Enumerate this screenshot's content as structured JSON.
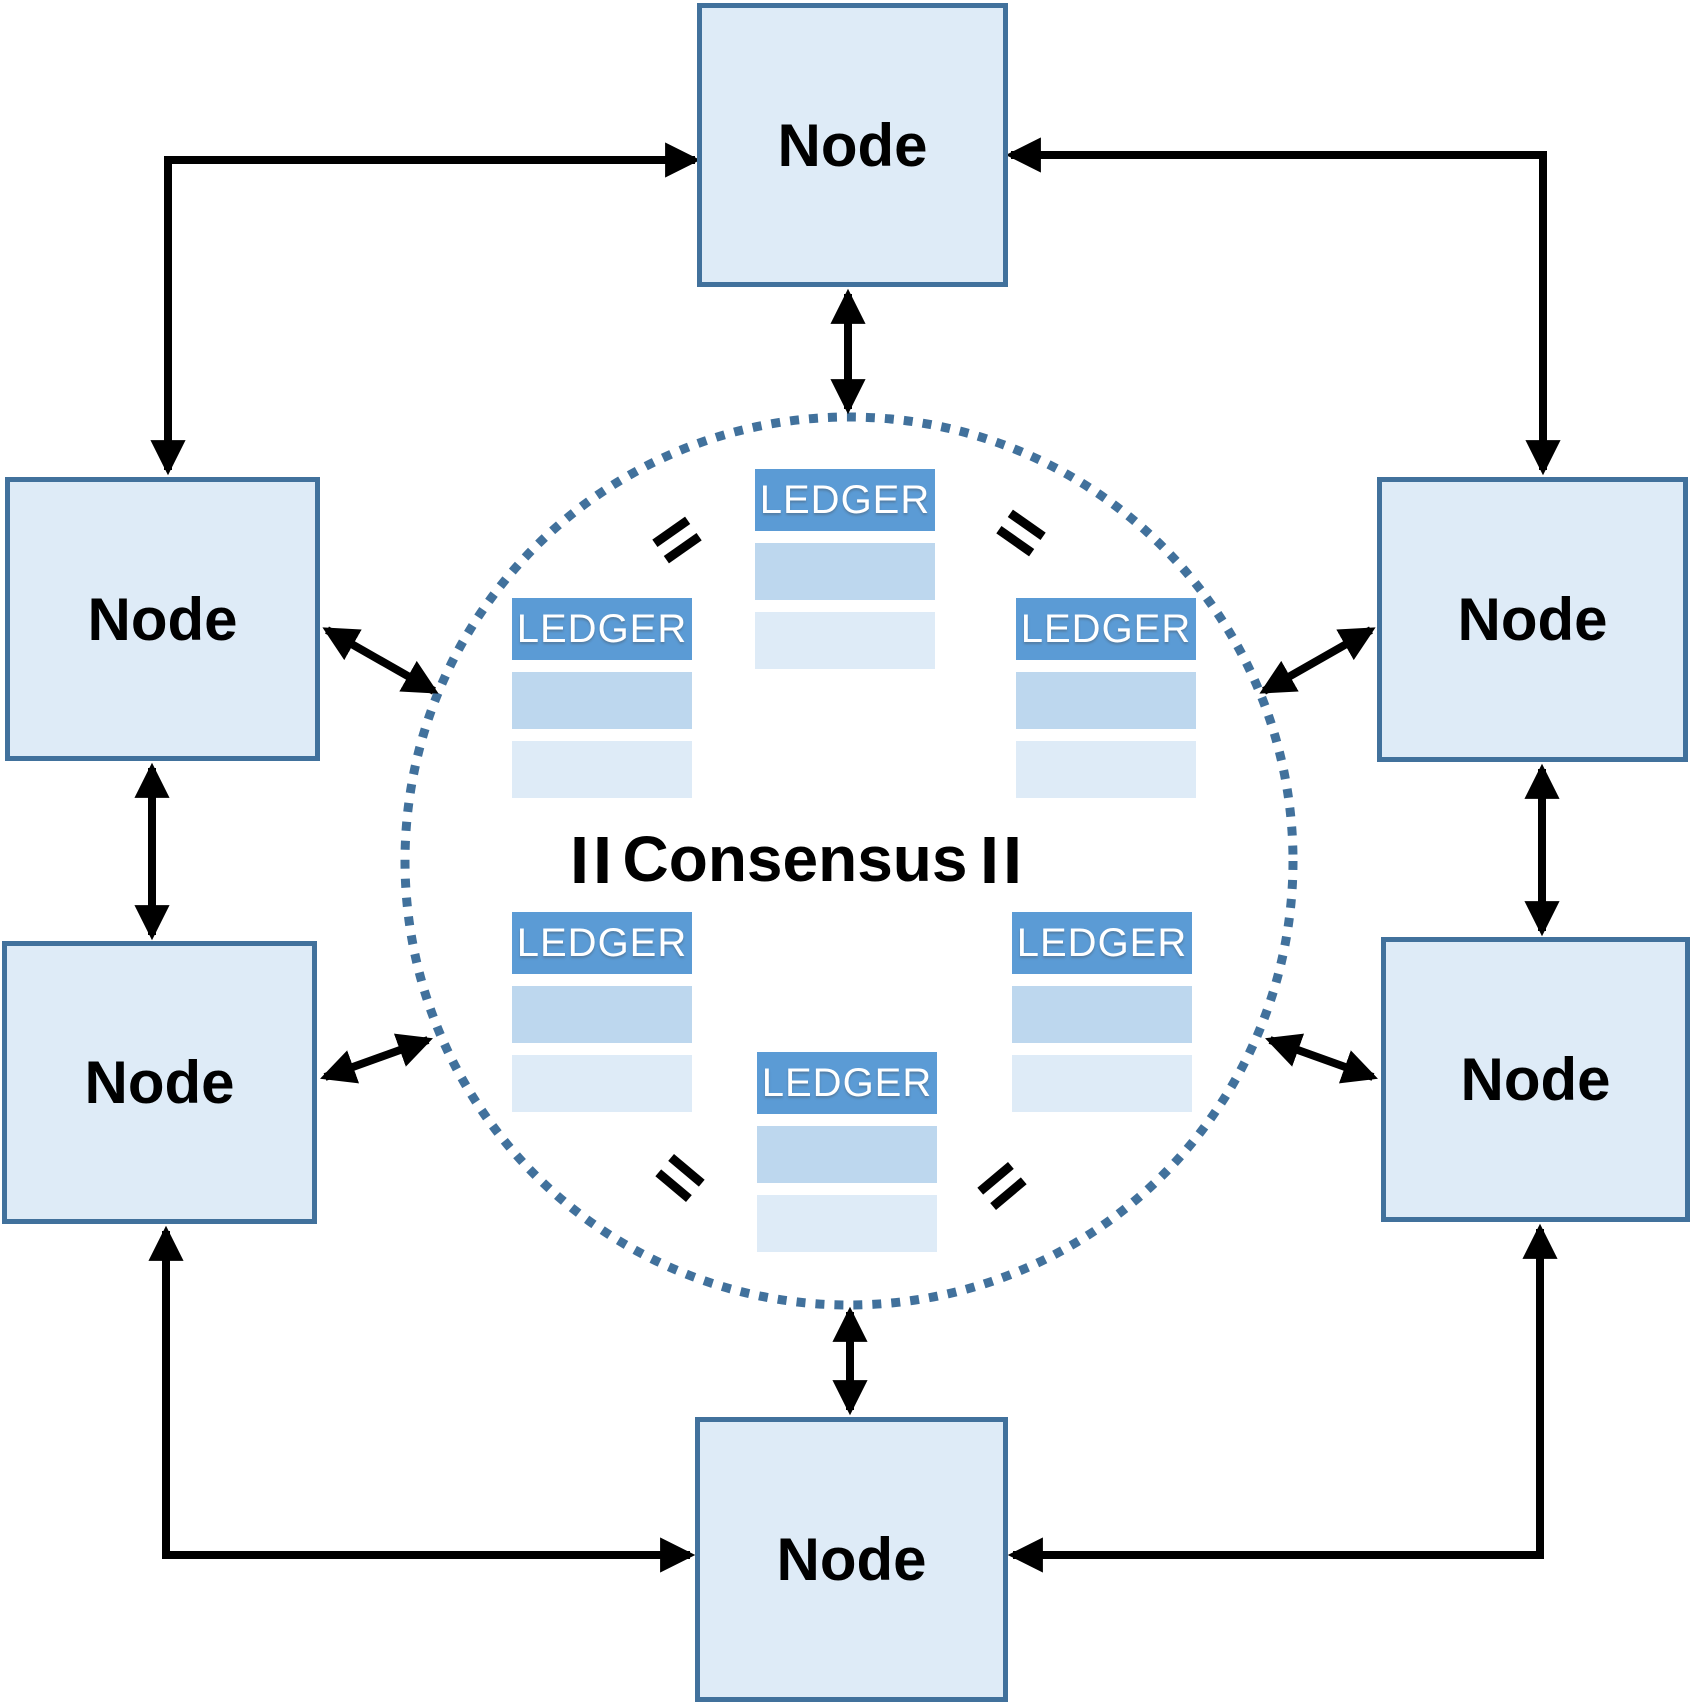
{
  "diagram_type": "blockchain-p2p-consensus-network",
  "consensus": {
    "label": "Consensus"
  },
  "nodes": [
    {
      "id": "node-top",
      "label": "Node"
    },
    {
      "id": "node-left-upper",
      "label": "Node"
    },
    {
      "id": "node-left-lower",
      "label": "Node"
    },
    {
      "id": "node-right-upper",
      "label": "Node"
    },
    {
      "id": "node-right-lower",
      "label": "Node"
    },
    {
      "id": "node-bottom",
      "label": "Node"
    }
  ],
  "ledgers": [
    {
      "id": "ledger-top-center",
      "header": "LEDGER",
      "data_rows": 2
    },
    {
      "id": "ledger-upper-left",
      "header": "LEDGER",
      "data_rows": 2
    },
    {
      "id": "ledger-upper-right",
      "header": "LEDGER",
      "data_rows": 2
    },
    {
      "id": "ledger-lower-left",
      "header": "LEDGER",
      "data_rows": 2
    },
    {
      "id": "ledger-lower-right",
      "header": "LEDGER",
      "data_rows": 2
    },
    {
      "id": "ledger-bottom-center",
      "header": "LEDGER",
      "data_rows": 2
    }
  ],
  "equals_signs": {
    "symbol": "=",
    "count": 6,
    "placements": [
      "top-left-diagonal",
      "top-right-diagonal",
      "bottom-left-diagonal",
      "bottom-right-diagonal",
      "left-of-consensus-vertical",
      "right-of-consensus-vertical"
    ]
  },
  "connections": [
    "node-top <-> node-left-upper (corner arrow)",
    "node-top <-> node-right-upper (corner arrow)",
    "node-bottom <-> node-left-lower (corner arrow)",
    "node-bottom <-> node-right-lower (corner arrow)",
    "node-left-upper <-> node-left-lower",
    "node-right-upper <-> node-right-lower",
    "node-top <-> consensus-circle",
    "node-bottom <-> consensus-circle",
    "node-left-upper <-> consensus-circle",
    "node-left-lower <-> consensus-circle",
    "node-right-upper <-> consensus-circle",
    "node-right-lower <-> consensus-circle"
  ],
  "colors": {
    "node_fill": "#DEEBF7",
    "node_border": "#41719C",
    "ledger_header": "#5B9BD5",
    "ledger_row_medium": "#BDD7EE",
    "ledger_row_light": "#DEEBF7",
    "dotted_circle": "#41719C",
    "arrows": "#000000",
    "background": "#FFFFFF"
  }
}
